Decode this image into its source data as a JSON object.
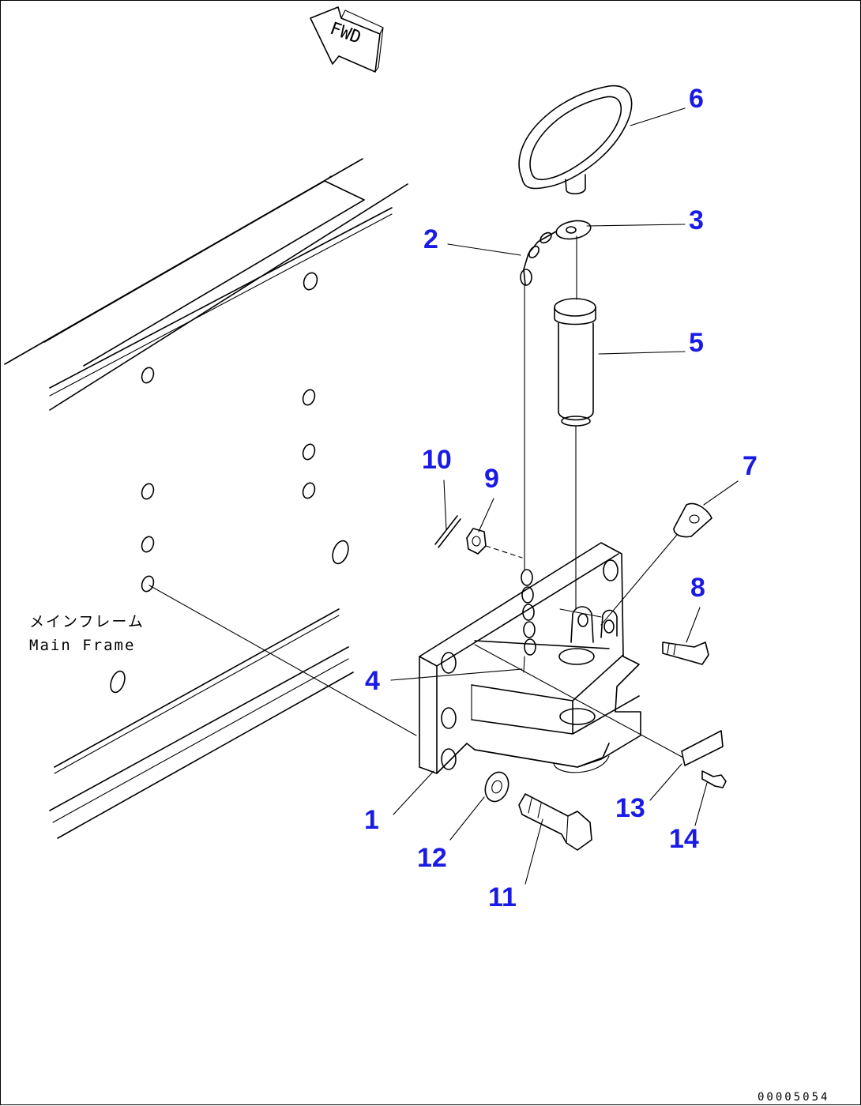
{
  "fwd_label": "FWD",
  "frame_label_jp": "メインフレーム",
  "frame_label_en": "Main Frame",
  "drawing_code": "00005054",
  "callouts": [
    {
      "id": "1",
      "text": "1"
    },
    {
      "id": "2",
      "text": "2"
    },
    {
      "id": "3",
      "text": "3"
    },
    {
      "id": "4",
      "text": "4"
    },
    {
      "id": "5",
      "text": "5"
    },
    {
      "id": "6",
      "text": "6"
    },
    {
      "id": "7",
      "text": "7"
    },
    {
      "id": "8",
      "text": "8"
    },
    {
      "id": "9",
      "text": "9"
    },
    {
      "id": "10",
      "text": "10"
    },
    {
      "id": "11",
      "text": "11"
    },
    {
      "id": "12",
      "text": "12"
    },
    {
      "id": "13",
      "text": "13"
    },
    {
      "id": "14",
      "text": "14"
    }
  ],
  "colors": {
    "callout": "#1a1ae6",
    "line": "#000000",
    "background": "#ffffff"
  }
}
